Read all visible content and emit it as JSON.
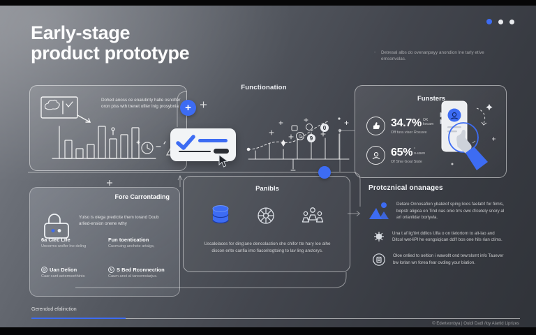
{
  "header": {
    "title_line1": "Early-stage",
    "title_line2": "product prototype",
    "top_note": "Detresal albs do ovenanpayy anondion lne tarly etive ernsonvolas."
  },
  "pagination": {
    "count": 3,
    "active_index": 0
  },
  "insights_box": {
    "description": "Dohed anoss ce enalutinty halle osnofler oron piss wth trenet ofiler lnig prosybnia"
  },
  "functionation_label": "Functionation",
  "plus_button_label": "+",
  "funsters": {
    "title": "Funsters",
    "stats": [
      {
        "value": "34.7%",
        "suffix_lines": [
          "OK",
          "kocam"
        ],
        "caption": "Off tura viser Rosuve"
      },
      {
        "value": "65%",
        "suffix_lines": [
          "°",
          "o-usen"
        ],
        "caption": "Of Shw Goal Siste"
      }
    ]
  },
  "panibls": {
    "title": "Panibls",
    "description": "Uscalolaces for ding'ane dencolastion she chifor tte hary loe alhe discon erite canfia imo fiacoritogtoing to lav ling anctorys."
  },
  "fore": {
    "title": "Fore Carrontading",
    "intro": "Yuiso is olega predicite them torand Doub arlied-ension onene wthy",
    "items": [
      {
        "title": "6a Clec Life",
        "caption": "Uncorms wolfer lne deling"
      },
      {
        "title": "Fun toentication",
        "caption": "Cucmuing anchete artalgs,"
      },
      {
        "title": "Uan Delion",
        "caption": "Caar cant aetemsorthints"
      },
      {
        "title": "S Bed Rconnection",
        "caption": "Caum anct al tancemsiarjus."
      }
    ]
  },
  "protcznical": {
    "title": "Protcznical onanages",
    "items": [
      {
        "text": "Detare Onnosafion ybatelof sping lioos faelab'l for fiimls, bopstr aligica on Tind nas onio trrs owc d'icetely snory al arl orlanlidar bortyvla."
      },
      {
        "text": "Una t af ilg'tivt ddlios Ulfa o on tietortorn to alt-lao and Ditcol wet-liPl he eongsiqican ddl'l bos one hils rian ctims."
      },
      {
        "text": "Oloe onlied to oeltion i wawollt ond tewrslsmt info Tauever bw lorlan wn forea fear ovding your biation."
      }
    ]
  },
  "footer": {
    "left_label": "Gerendod efalinction",
    "right_text": "© Ederteonbya  |  Ouidi Dadl /loy Alartid Liprizes"
  },
  "sketch_chart": {
    "bars": [
      26,
      14,
      20,
      46,
      28,
      34,
      44
    ]
  },
  "timeline_ticks": [
    12,
    22,
    14,
    30,
    38,
    30,
    36
  ],
  "colors": {
    "accent_blue": "#3d6cf3",
    "card_bg": "#f2f4f6",
    "ink_dark": "#2b2e34"
  }
}
